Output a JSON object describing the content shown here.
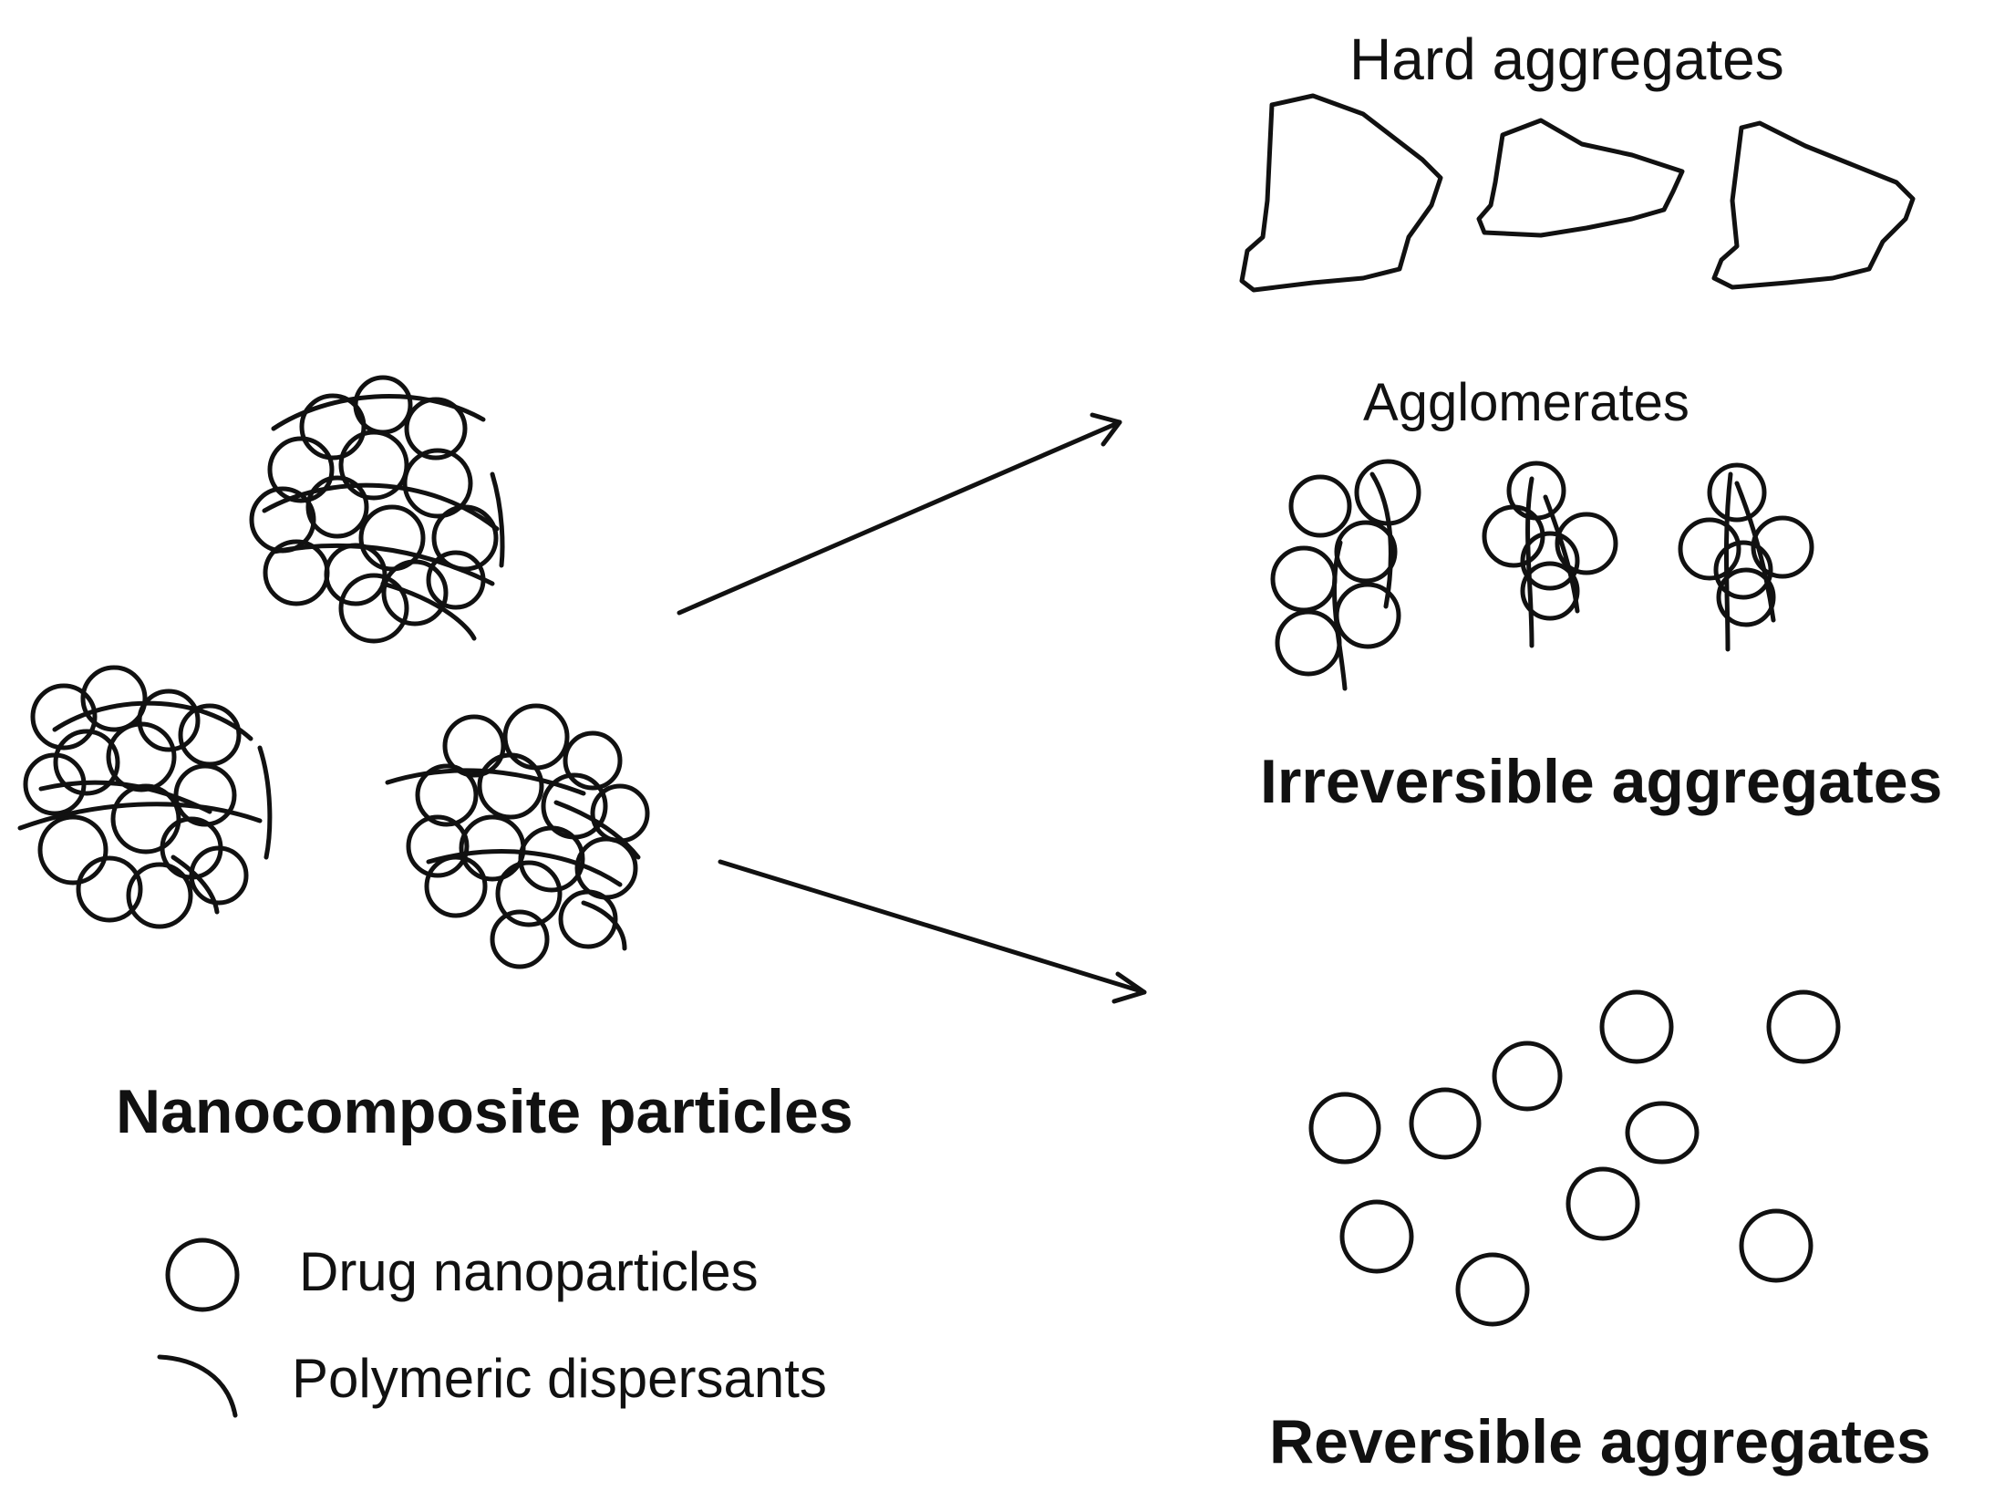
{
  "labels": {
    "hard_aggregates": "Hard aggregates",
    "agglomerates": "Agglomerates",
    "irreversible": "Irreversible aggregates",
    "nanocomposite": "Nanocomposite particles",
    "reversible": "Reversible aggregates"
  },
  "legend": [
    {
      "label": "Drug nanoparticles",
      "icon": "circle-icon"
    },
    {
      "label": "Polymeric dispersants",
      "icon": "arc-icon"
    }
  ],
  "colors": {
    "stroke": "#111111",
    "background": "#ffffff"
  }
}
